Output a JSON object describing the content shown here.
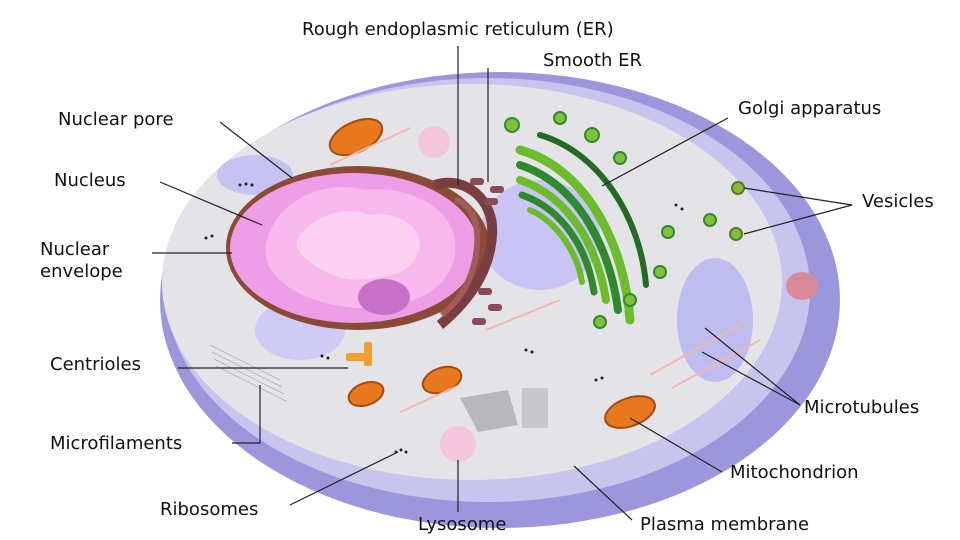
{
  "diagram": {
    "labels": {
      "rough_er": "Rough endoplasmic reticulum (ER)",
      "smooth_er": "Smooth ER",
      "golgi": "Golgi apparatus",
      "nuclear_pore": "Nuclear pore",
      "nucleus": "Nucleus",
      "nuclear_envelope_1": "Nuclear",
      "nuclear_envelope_2": "envelope",
      "vesicles": "Vesicles",
      "centrioles": "Centrioles",
      "microfilaments": "Microfilaments",
      "microtubules": "Microtubules",
      "mitochondrion": "Mitochondrion",
      "ribosomes": "Ribosomes",
      "lysosome": "Lysosome",
      "plasma_membrane": "Plasma membrane"
    },
    "colors": {
      "membrane_outer": "#9c97dc",
      "membrane_rim": "#c7c4ee",
      "cytoplasm": "#e4e4e8",
      "nucleus_fill": "#ee9ee6",
      "nucleolus": "#c870c8",
      "nuclear_envelope": "#8a4a36",
      "golgi_green": "#2f8a2f",
      "golgi_light": "#7fc23a",
      "mitochondrion": "#e8781e",
      "lysosome": "#f4c6dc",
      "smooth_er": "#8b4a5a",
      "vacuole": "#c3c0f0"
    }
  }
}
